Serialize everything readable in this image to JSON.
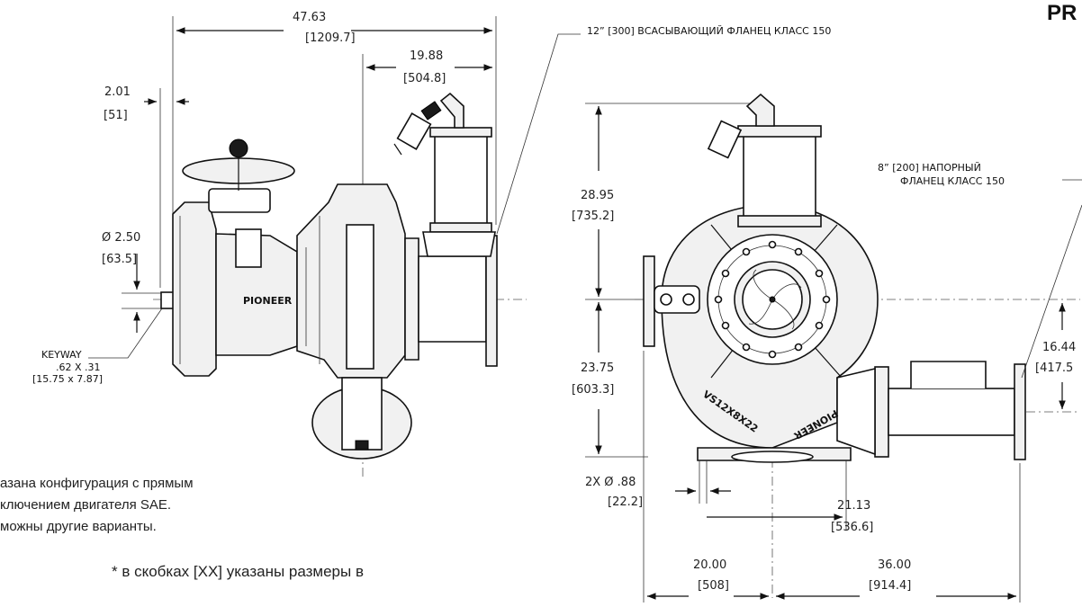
{
  "header": {
    "brand_partial": "PR"
  },
  "side_view": {
    "overall_width": {
      "in": "47.63",
      "mm": "[1209.7]"
    },
    "flange_offset": {
      "in": "19.88",
      "mm": "[504.8]"
    },
    "shaft_offset": {
      "in": "2.01",
      "mm": "[51]"
    },
    "shaft_diameter": {
      "in": "Ø 2.50",
      "mm": "[63.5]"
    },
    "keyway": {
      "label": "KEYWAY",
      "in": ".62 X .31",
      "mm": "[15.75 x 7.87]"
    },
    "casting_text": "PIONEER"
  },
  "front_view": {
    "suction_flange_label": "12” [300] ВСАСЫВАЮЩИЙ ФЛАНЕЦ КЛАСС 150",
    "discharge_flange_label_1": "8” [200] НАПОРНЫЙ",
    "discharge_flange_label_2": "ФЛАНЕЦ КЛАСС 150",
    "height_upper": {
      "in": "28.95",
      "mm": "[735.2]"
    },
    "height_lower": {
      "in": "23.75",
      "mm": "[603.3]"
    },
    "discharge_height": {
      "in": "16.44",
      "mm": "[417.5"
    },
    "mount_holes": {
      "in": "2X Ø .88",
      "mm": "[22.2]"
    },
    "base_width": {
      "in": "21.13",
      "mm": "[536.6]"
    },
    "left_width": {
      "in": "20.00",
      "mm": "[508]"
    },
    "right_width": {
      "in": "36.00",
      "mm": "[914.4]"
    },
    "casting_text_1": "VS12X8X22",
    "casting_text_2": "PIONEER"
  },
  "notes": {
    "line1": "азана конфигурация с прямым",
    "line2": "ключением двигателя SAE.",
    "line3": "можны другие варианты.",
    "units_note": "* в скобках [XX] указаны размеры в"
  }
}
